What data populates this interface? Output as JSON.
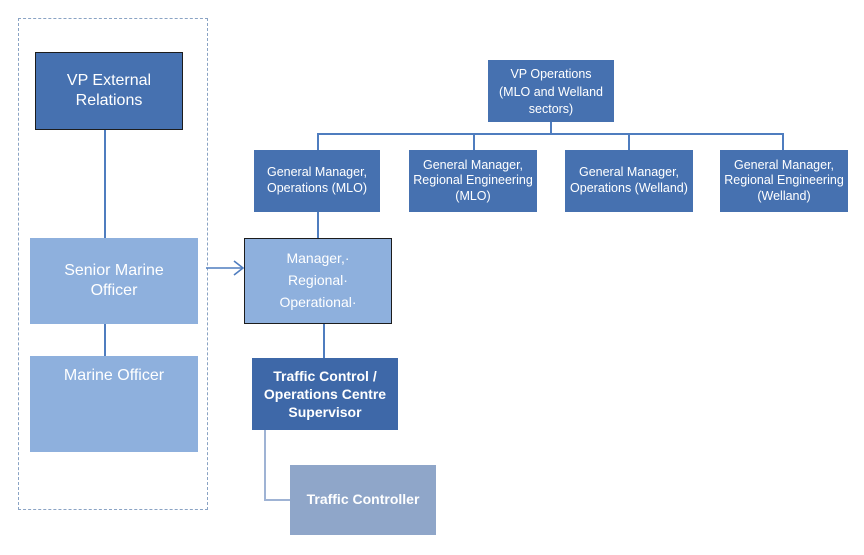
{
  "left_panel": {
    "vp_external": "VP External Relations",
    "senior_marine": "Senior Marine Officer",
    "marine_officer": "Marine Officer"
  },
  "main_chart": {
    "vp_operations_line1": "VP Operations",
    "vp_operations_line2": "(MLO and Welland sectors)",
    "gm_ops_mlo": "General Manager, Operations (MLO)",
    "gm_eng_mlo": "General Manager, Regional Engineering (MLO)",
    "gm_ops_welland": "General Manager, Operations (Welland)",
    "gm_eng_welland": "General Manager, Regional Engineering (Welland)",
    "manager_line1": "Manager,·",
    "manager_line2": "Regional·",
    "manager_line3": "Operational·",
    "traffic_supervisor": "Traffic Control / Operations Centre Supervisor",
    "traffic_controller": "Traffic Controller"
  },
  "colors": {
    "dark_box": "#4671b0",
    "light_box": "#8eb0dd",
    "pale_box": "#8fa6c9",
    "connector": "#4f7dbf"
  }
}
